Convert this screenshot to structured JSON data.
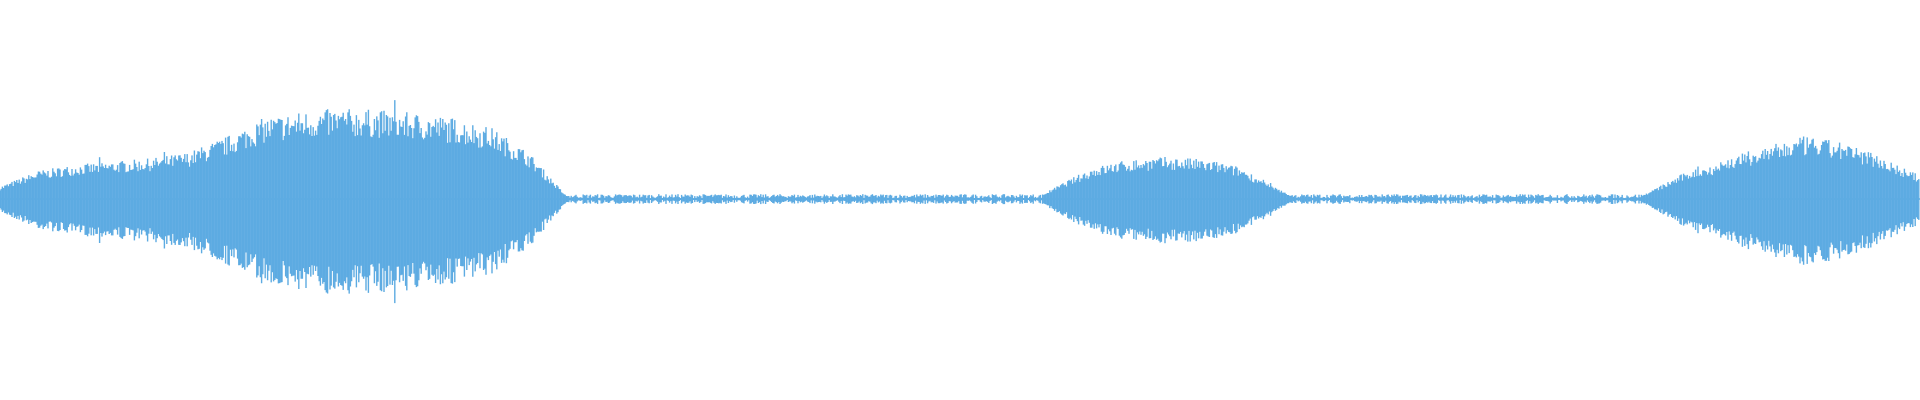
{
  "waveform": {
    "color": "#5DABE2",
    "background": "#FFFFFF",
    "segments": [
      {
        "kind": "sound",
        "start": 0.0,
        "end": 0.295,
        "amplitude": [
          0.08,
          0.18,
          0.22,
          0.24,
          0.26,
          0.3,
          0.4,
          0.52,
          0.56,
          0.58,
          0.57,
          0.55,
          0.52,
          0.46,
          0.3,
          0.02
        ]
      },
      {
        "kind": "silence",
        "start": 0.295,
        "end": 0.543,
        "amplitude": [
          0.02
        ]
      },
      {
        "kind": "sound",
        "start": 0.543,
        "end": 0.673,
        "amplitude": [
          0.03,
          0.12,
          0.2,
          0.24,
          0.26,
          0.27,
          0.26,
          0.24,
          0.2,
          0.1,
          0.02
        ]
      },
      {
        "kind": "silence",
        "start": 0.673,
        "end": 0.855,
        "amplitude": [
          0.02
        ]
      },
      {
        "kind": "sound",
        "start": 0.855,
        "end": 1.0,
        "amplitude": [
          0.02,
          0.1,
          0.18,
          0.22,
          0.28,
          0.32,
          0.36,
          0.4,
          0.38,
          0.34,
          0.3,
          0.22,
          0.15
        ]
      }
    ]
  }
}
